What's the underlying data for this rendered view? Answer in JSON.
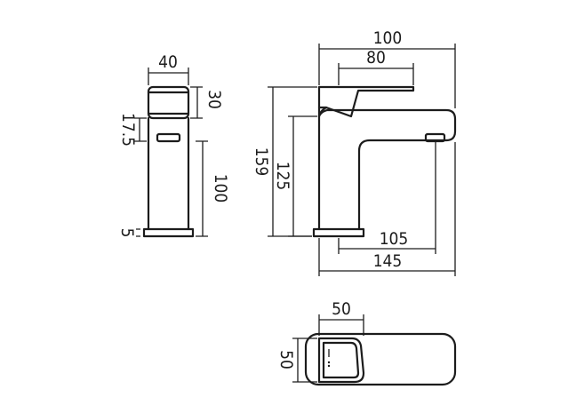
{
  "drawing": {
    "side_view": {
      "width_label": "40",
      "handle_height_label": "30",
      "gap_label": "17.5",
      "body_height_label": "100",
      "base_label": "5"
    },
    "front_view": {
      "overall_width_label": "100",
      "handle_length_label": "80",
      "overall_height_label": "159",
      "spout_height_label": "125",
      "spout_reach_label": "105",
      "overall_depth_label": "145"
    },
    "top_view": {
      "width_label": "50",
      "depth_label": "50"
    }
  }
}
